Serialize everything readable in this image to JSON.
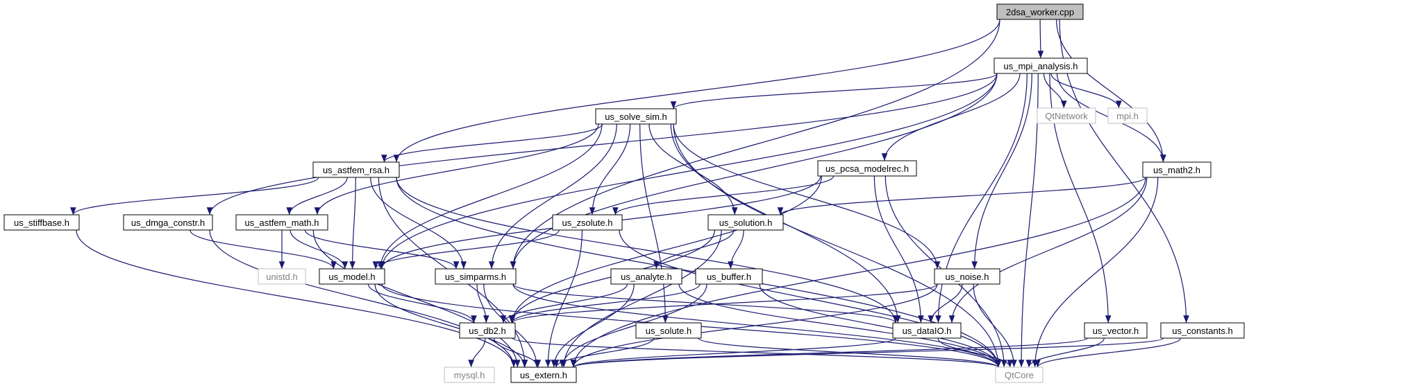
{
  "diagram": {
    "nodes": {
      "n_root": {
        "label": "2dsa_worker.cpp",
        "kind": "root"
      },
      "n_mpi_analysis": {
        "label": "us_mpi_analysis.h",
        "kind": "header"
      },
      "n_qtnetwork": {
        "label": "QtNetwork",
        "kind": "system"
      },
      "n_mpi": {
        "label": "mpi.h",
        "kind": "system"
      },
      "n_solve_sim": {
        "label": "us_solve_sim.h",
        "kind": "header"
      },
      "n_math2": {
        "label": "us_math2.h",
        "kind": "header"
      },
      "n_astfem_rsa": {
        "label": "us_astfem_rsa.h",
        "kind": "header"
      },
      "n_pcsa_modelrec": {
        "label": "us_pcsa_modelrec.h",
        "kind": "header"
      },
      "n_stiffbase": {
        "label": "us_stiffbase.h",
        "kind": "header"
      },
      "n_dmga_constr": {
        "label": "us_dmga_constr.h",
        "kind": "header"
      },
      "n_astfem_math": {
        "label": "us_astfem_math.h",
        "kind": "header"
      },
      "n_zsolute": {
        "label": "us_zsolute.h",
        "kind": "header"
      },
      "n_solution": {
        "label": "us_solution.h",
        "kind": "header"
      },
      "n_unistd": {
        "label": "unistd.h",
        "kind": "system"
      },
      "n_model": {
        "label": "us_model.h",
        "kind": "header"
      },
      "n_simparms": {
        "label": "us_simparms.h",
        "kind": "header"
      },
      "n_analyte": {
        "label": "us_analyte.h",
        "kind": "header"
      },
      "n_buffer": {
        "label": "us_buffer.h",
        "kind": "header"
      },
      "n_noise": {
        "label": "us_noise.h",
        "kind": "header"
      },
      "n_db2": {
        "label": "us_db2.h",
        "kind": "header"
      },
      "n_solute": {
        "label": "us_solute.h",
        "kind": "header"
      },
      "n_dataio": {
        "label": "us_dataIO.h",
        "kind": "header"
      },
      "n_vector": {
        "label": "us_vector.h",
        "kind": "header"
      },
      "n_constants": {
        "label": "us_constants.h",
        "kind": "header"
      },
      "n_mysql": {
        "label": "mysql.h",
        "kind": "system"
      },
      "n_extern": {
        "label": "us_extern.h",
        "kind": "header"
      },
      "n_qtcore": {
        "label": "QtCore",
        "kind": "system"
      }
    },
    "edges": [
      [
        "n_root",
        "n_mpi_analysis"
      ],
      [
        "n_root",
        "n_astfem_rsa"
      ],
      [
        "n_root",
        "n_simparms"
      ],
      [
        "n_root",
        "n_math2"
      ],
      [
        "n_root",
        "n_constants"
      ],
      [
        "n_mpi_analysis",
        "n_qtnetwork"
      ],
      [
        "n_mpi_analysis",
        "n_mpi"
      ],
      [
        "n_mpi_analysis",
        "n_solve_sim"
      ],
      [
        "n_mpi_analysis",
        "n_math2"
      ],
      [
        "n_mpi_analysis",
        "n_pcsa_modelrec"
      ],
      [
        "n_mpi_analysis",
        "n_dmga_constr"
      ],
      [
        "n_mpi_analysis",
        "n_model"
      ],
      [
        "n_mpi_analysis",
        "n_simparms"
      ],
      [
        "n_mpi_analysis",
        "n_noise"
      ],
      [
        "n_mpi_analysis",
        "n_dataio"
      ],
      [
        "n_mpi_analysis",
        "n_vector"
      ],
      [
        "n_mpi_analysis",
        "n_qtcore"
      ],
      [
        "n_solve_sim",
        "n_astfem_rsa"
      ],
      [
        "n_solve_sim",
        "n_astfem_math"
      ],
      [
        "n_solve_sim",
        "n_zsolute"
      ],
      [
        "n_solve_sim",
        "n_solution"
      ],
      [
        "n_solve_sim",
        "n_model"
      ],
      [
        "n_solve_sim",
        "n_simparms"
      ],
      [
        "n_solve_sim",
        "n_noise"
      ],
      [
        "n_solve_sim",
        "n_solute"
      ],
      [
        "n_solve_sim",
        "n_dataio"
      ],
      [
        "n_solve_sim",
        "n_qtcore"
      ],
      [
        "n_math2",
        "n_solution"
      ],
      [
        "n_math2",
        "n_dataio"
      ],
      [
        "n_math2",
        "n_extern"
      ],
      [
        "n_math2",
        "n_qtcore"
      ],
      [
        "n_astfem_rsa",
        "n_stiffbase"
      ],
      [
        "n_astfem_rsa",
        "n_astfem_math"
      ],
      [
        "n_astfem_rsa",
        "n_model"
      ],
      [
        "n_astfem_rsa",
        "n_simparms"
      ],
      [
        "n_astfem_rsa",
        "n_dataio"
      ],
      [
        "n_astfem_rsa",
        "n_extern"
      ],
      [
        "n_astfem_rsa",
        "n_qtcore"
      ],
      [
        "n_pcsa_modelrec",
        "n_zsolute"
      ],
      [
        "n_pcsa_modelrec",
        "n_model"
      ],
      [
        "n_pcsa_modelrec",
        "n_dataio"
      ],
      [
        "n_pcsa_modelrec",
        "n_db2"
      ],
      [
        "n_pcsa_modelrec",
        "n_qtcore"
      ],
      [
        "n_stiffbase",
        "n_extern"
      ],
      [
        "n_dmga_constr",
        "n_model"
      ],
      [
        "n_dmga_constr",
        "n_extern"
      ],
      [
        "n_astfem_math",
        "n_unistd"
      ],
      [
        "n_astfem_math",
        "n_model"
      ],
      [
        "n_astfem_math",
        "n_simparms"
      ],
      [
        "n_astfem_math",
        "n_extern"
      ],
      [
        "n_zsolute",
        "n_model"
      ],
      [
        "n_zsolute",
        "n_extern"
      ],
      [
        "n_zsolute",
        "n_qtcore"
      ],
      [
        "n_solution",
        "n_analyte"
      ],
      [
        "n_solution",
        "n_buffer"
      ],
      [
        "n_solution",
        "n_db2"
      ],
      [
        "n_solution",
        "n_extern"
      ],
      [
        "n_model",
        "n_db2"
      ],
      [
        "n_model",
        "n_extern"
      ],
      [
        "n_model",
        "n_qtcore"
      ],
      [
        "n_simparms",
        "n_db2"
      ],
      [
        "n_simparms",
        "n_dataio"
      ],
      [
        "n_simparms",
        "n_extern"
      ],
      [
        "n_simparms",
        "n_qtcore"
      ],
      [
        "n_analyte",
        "n_db2"
      ],
      [
        "n_analyte",
        "n_extern"
      ],
      [
        "n_analyte",
        "n_qtcore"
      ],
      [
        "n_buffer",
        "n_db2"
      ],
      [
        "n_buffer",
        "n_extern"
      ],
      [
        "n_buffer",
        "n_qtcore"
      ],
      [
        "n_noise",
        "n_dataio"
      ],
      [
        "n_noise",
        "n_db2"
      ],
      [
        "n_noise",
        "n_extern"
      ],
      [
        "n_noise",
        "n_qtcore"
      ],
      [
        "n_db2",
        "n_mysql"
      ],
      [
        "n_db2",
        "n_extern"
      ],
      [
        "n_db2",
        "n_qtcore"
      ],
      [
        "n_solute",
        "n_extern"
      ],
      [
        "n_solute",
        "n_qtcore"
      ],
      [
        "n_dataio",
        "n_extern"
      ],
      [
        "n_dataio",
        "n_qtcore"
      ],
      [
        "n_vector",
        "n_extern"
      ],
      [
        "n_vector",
        "n_qtcore"
      ],
      [
        "n_constants",
        "n_extern"
      ],
      [
        "n_constants",
        "n_qtcore"
      ]
    ]
  }
}
